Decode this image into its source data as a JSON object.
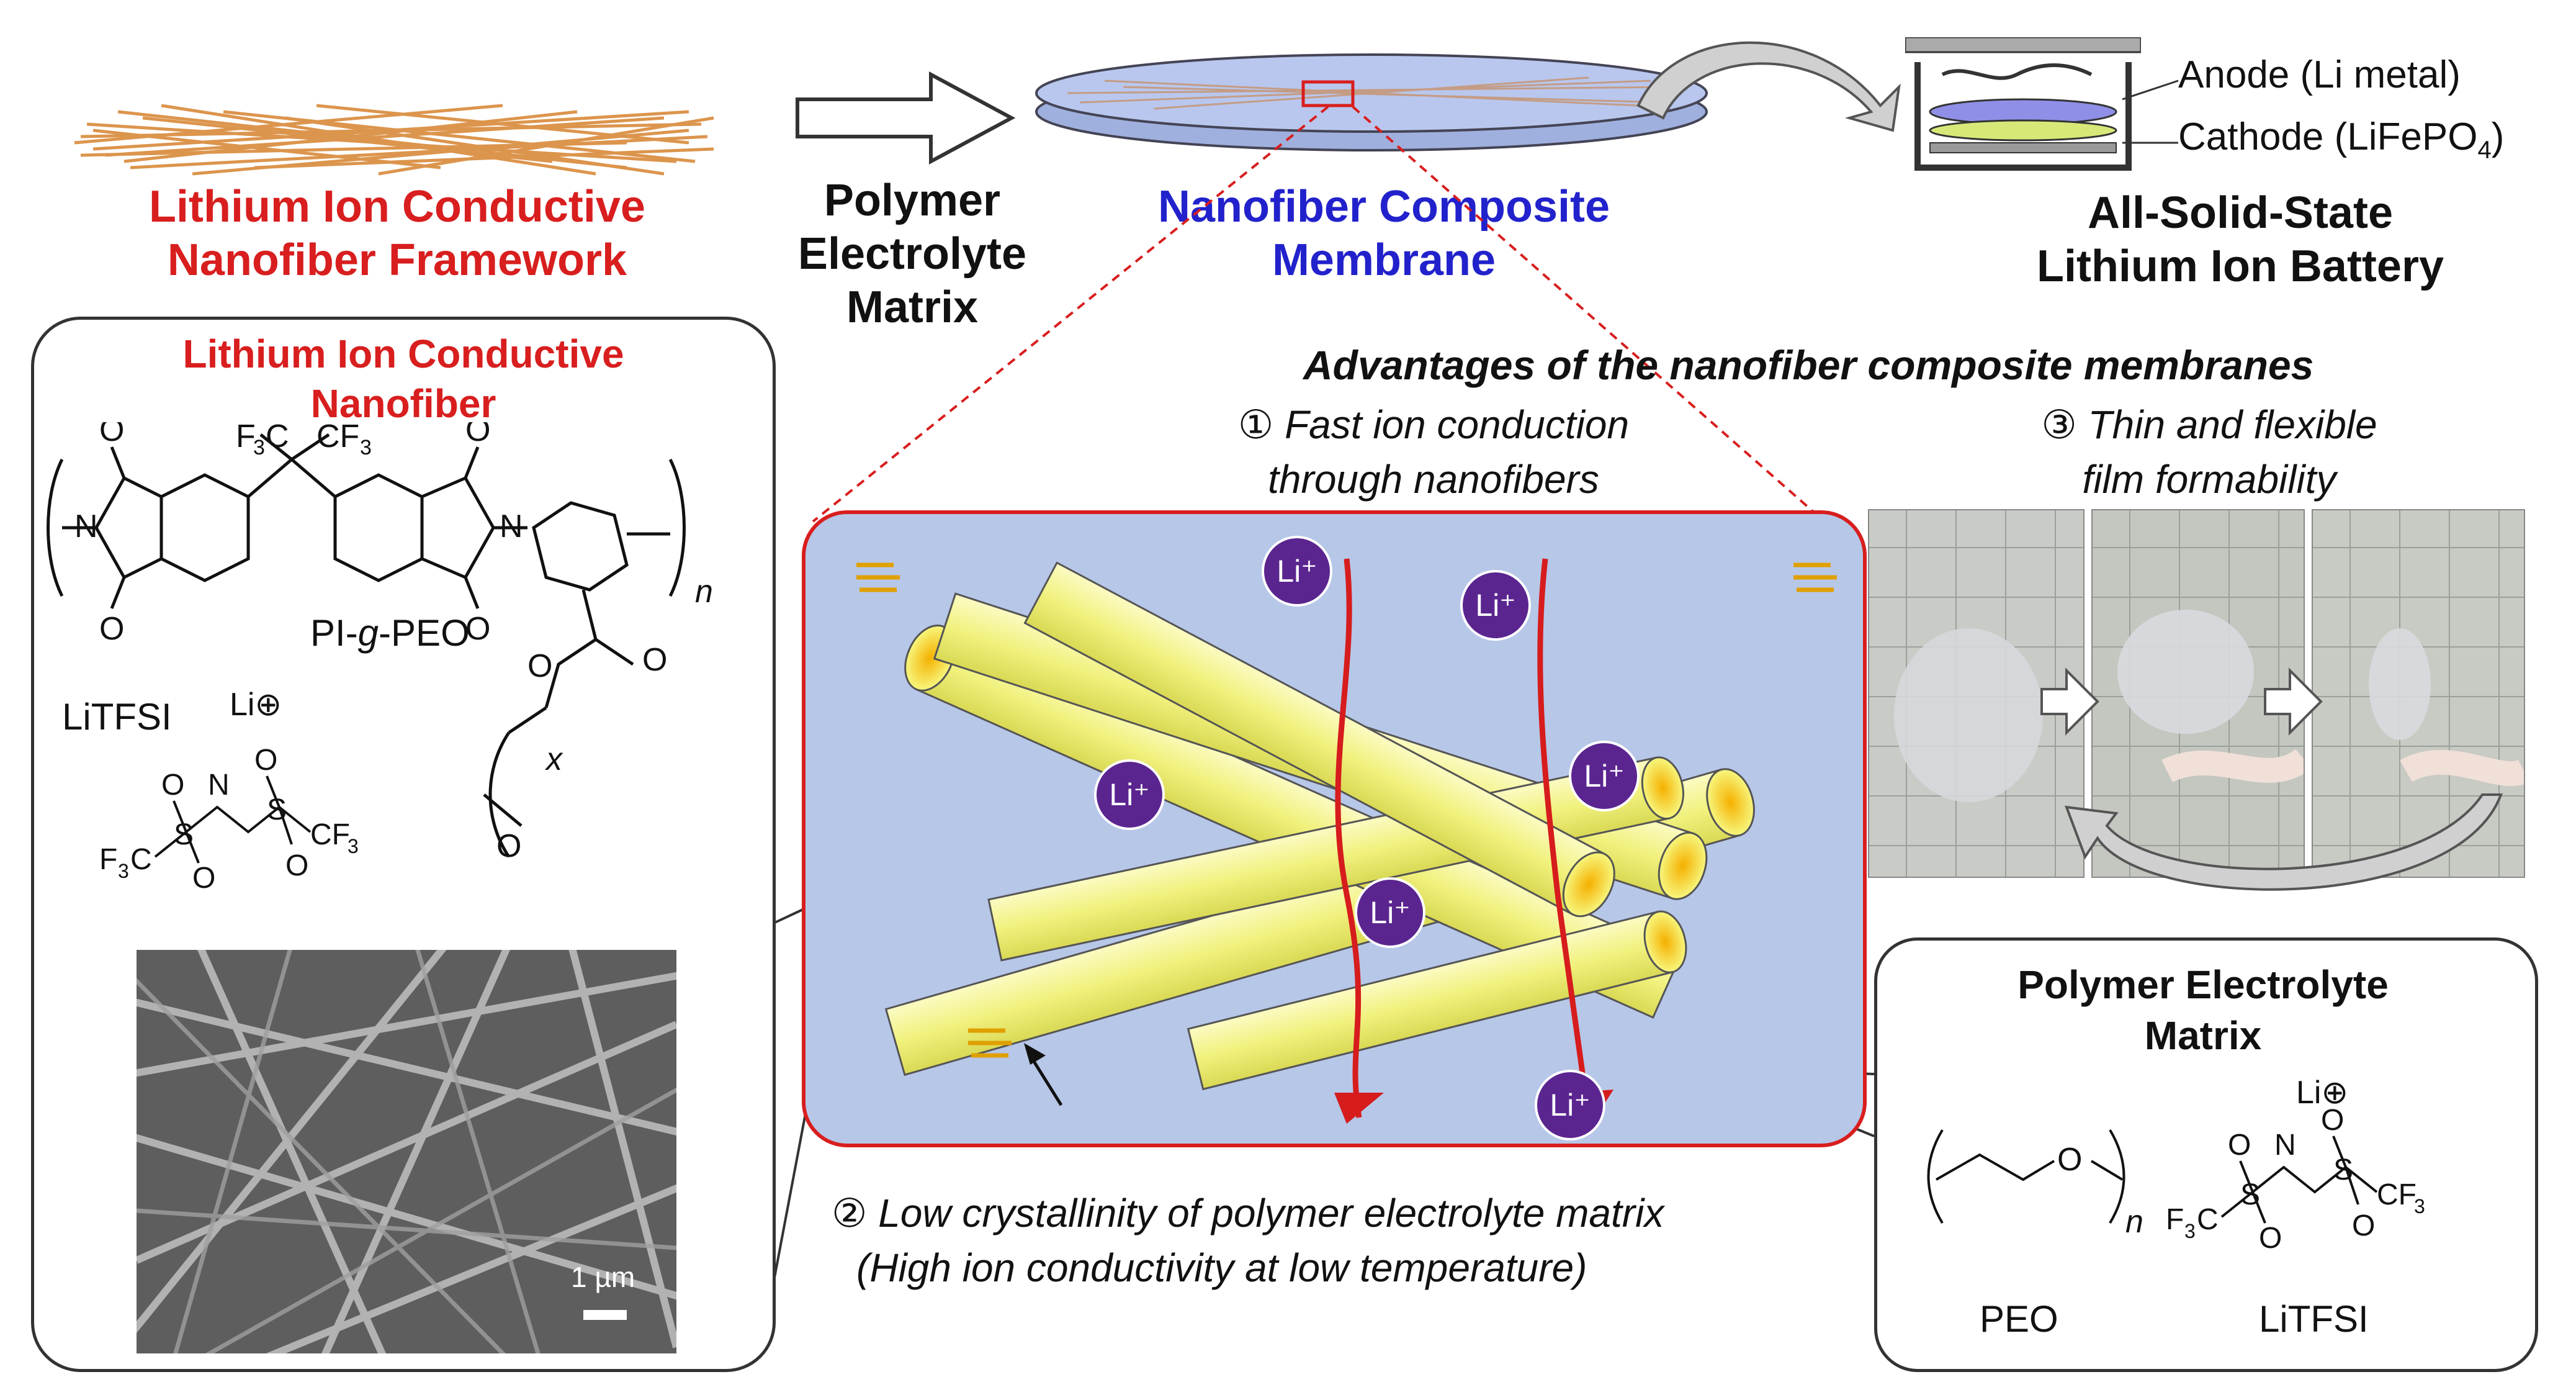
{
  "top": {
    "framework_title_1": "Lithium Ion Conductive",
    "framework_title_2": "Nanofiber Framework",
    "matrix_label_1": "Polymer",
    "matrix_label_2": "Electrolyte",
    "matrix_label_3": "Matrix",
    "membrane_title_1": "Nanofiber Composite",
    "membrane_title_2": "Membrane",
    "battery_title_1": "All-Solid-State",
    "battery_title_2": "Lithium Ion Battery",
    "anode_label": "Anode (Li metal)",
    "cathode_label": "Cathode (LiFePO",
    "cathode_sub": "4",
    "cathode_close": ")"
  },
  "left_panel": {
    "title_1": "Lithium Ion Conductive",
    "title_2": "Nanofiber",
    "polymer_name_prefix": "PI-",
    "polymer_name_g": "g",
    "polymer_name_suffix": "-PEO",
    "salt_name": "LiTFSI",
    "li_plus": "Li⊕",
    "subscript_n": "n",
    "subscript_x": "x",
    "scale_bar": "1 µm"
  },
  "advantages": {
    "heading": "Advantages of the nanofiber composite membranes",
    "item1_line1": "① Fast ion conduction",
    "item1_line2": "through nanofibers",
    "item2_line1": "② Low crystallinity of polymer electrolyte matrix",
    "item2_line2": "(High ion conductivity at low temperature)",
    "item3_line1": "③ Thin and flexible",
    "item3_line2": "film formability"
  },
  "ions": [
    "Li⁺",
    "Li⁺",
    "Li⁺",
    "Li⁺",
    "Li⁺",
    "Li⁺"
  ],
  "matrix_panel": {
    "title_1": "Polymer Electrolyte",
    "title_2": "Matrix",
    "peo_label": "PEO",
    "salt_label": "LiTFSI",
    "li_plus": "Li⊕",
    "subscript_n": "n"
  },
  "colors": {
    "red_title": "#d81e1e",
    "blue_title": "#2222cc",
    "fiber_yellow": "#f4f48a",
    "matrix_blue": "#b7c7e8",
    "ion_purple": "#5b2590",
    "path_red": "#d61c1c"
  }
}
